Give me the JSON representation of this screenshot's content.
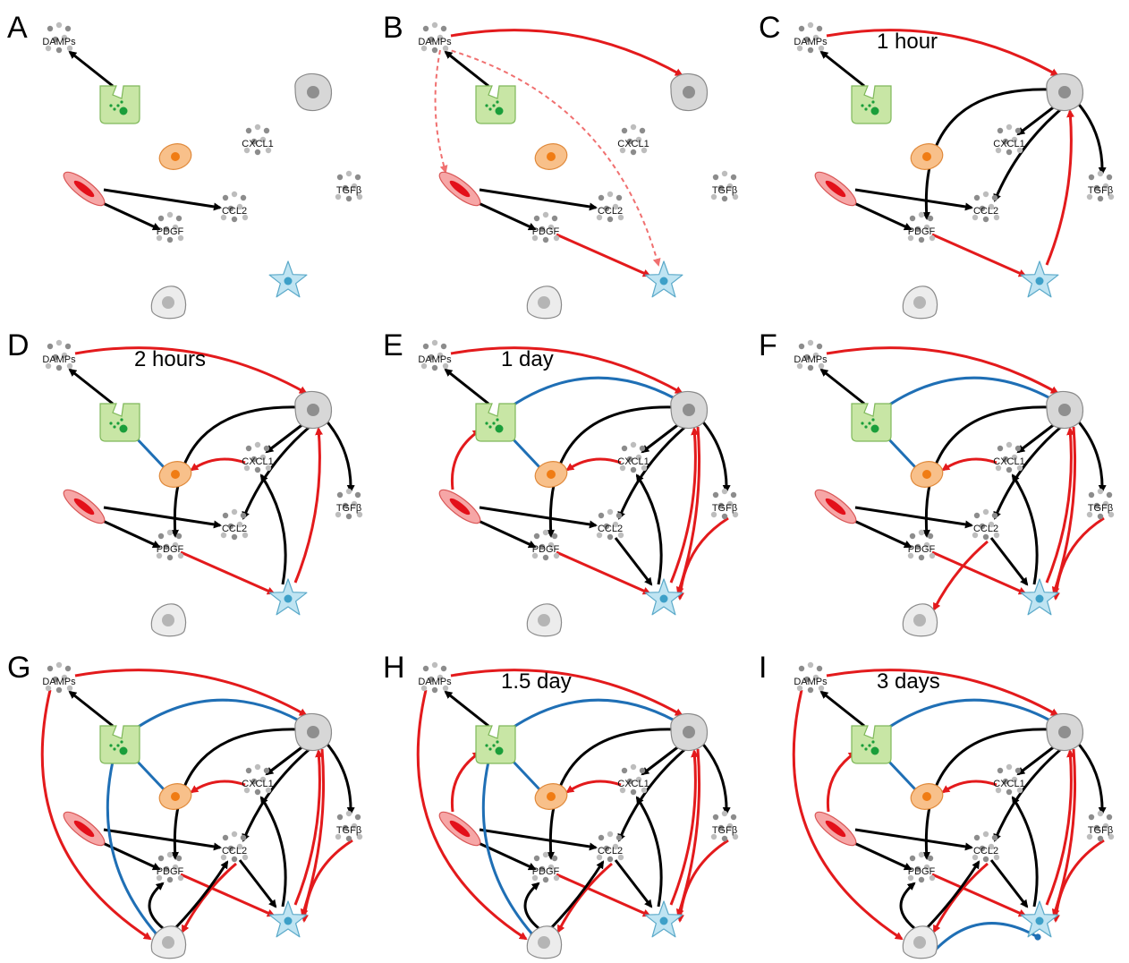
{
  "figure": {
    "labels": {
      "damps": "DAMPs",
      "cxcl1": "CXCL1",
      "tgfb": "TGFβ",
      "ccl2": "CCL2",
      "pdgf": "PDGF"
    },
    "panels": [
      {
        "letter": "A",
        "time": ""
      },
      {
        "letter": "B",
        "time": ""
      },
      {
        "letter": "C",
        "time": "1 hour"
      },
      {
        "letter": "D",
        "time": "2 hours"
      },
      {
        "letter": "E",
        "time": "1 day"
      },
      {
        "letter": "F",
        "time": ""
      },
      {
        "letter": "G",
        "time": ""
      },
      {
        "letter": "H",
        "time": "1.5 day"
      },
      {
        "letter": "I",
        "time": "3 days"
      }
    ],
    "colors": {
      "activation": "#e31a1c",
      "secretion": "#000000",
      "inhibition": "#1f6fb5",
      "early_signal": "#f07070"
    }
  }
}
